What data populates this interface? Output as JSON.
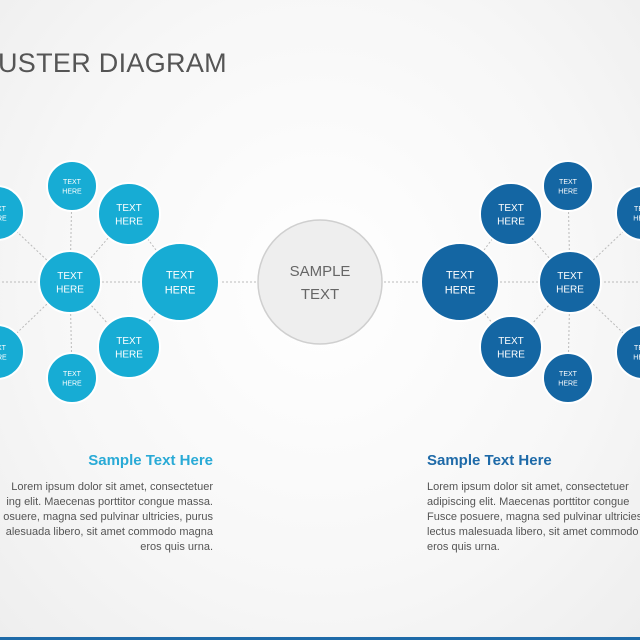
{
  "slide": {
    "title": "USTER DIAGRAM",
    "center": {
      "line1": "SAMPLE",
      "line2": "TEXT"
    }
  },
  "colors": {
    "left_cluster": "#17acd4",
    "right_cluster": "#1466a3",
    "center_fill": "#eeeeee",
    "center_stroke": "#cfcfcf",
    "connector": "#bbbbbb"
  },
  "clusters": {
    "left": {
      "node_line1": "TEXT",
      "node_line2": "HERE"
    },
    "right": {
      "node_line1": "TEXT",
      "node_line2": "HERE"
    }
  },
  "sections": {
    "left": {
      "heading": "Sample Text Here",
      "lines": [
        "Lorem ipsum dolor sit amet, consectetuer",
        "ing elit. Maecenas porttitor congue massa.",
        "osuere, magna sed pulvinar ultricies, purus",
        "alesuada libero, sit amet commodo magna",
        "eros quis urna."
      ]
    },
    "right": {
      "heading": "Sample Text Here",
      "lines": [
        "Lorem ipsum dolor sit amet, consectetuer",
        "adipiscing elit. Maecenas porttitor congue",
        "Fusce posuere, magna sed pulvinar ultricies",
        "lectus malesuada libero, sit amet commodo",
        "eros quis urna."
      ]
    }
  }
}
